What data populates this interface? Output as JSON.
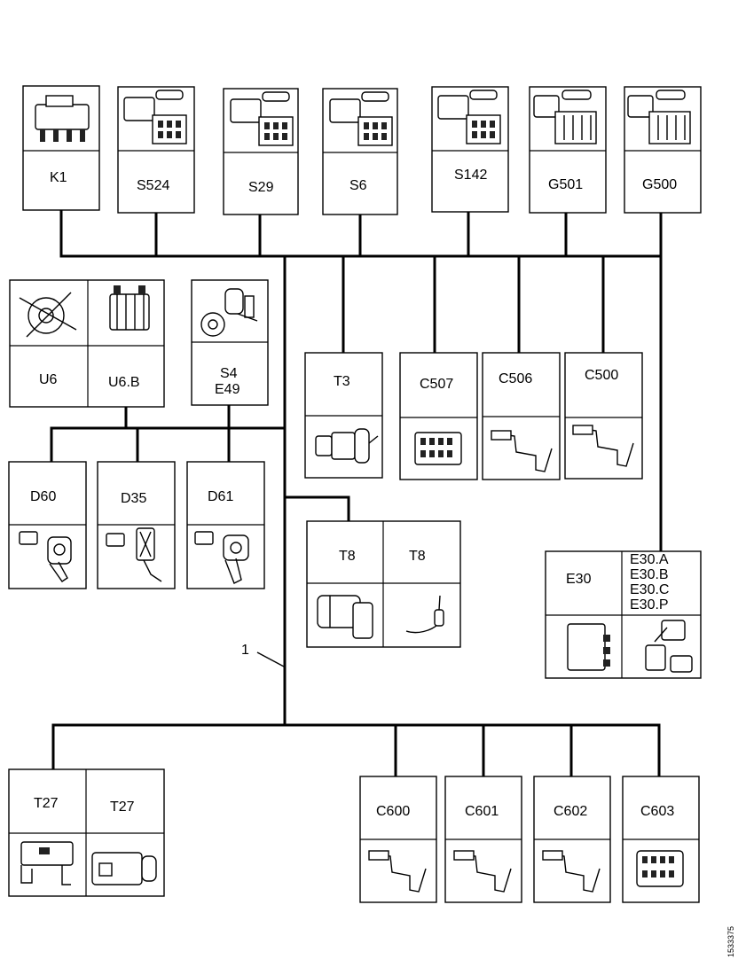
{
  "components": {
    "K1": "K1",
    "S524": "S524",
    "S29": "S29",
    "S6": "S6",
    "S142": "S142",
    "G501": "G501",
    "G500": "G500",
    "U6": "U6",
    "U6B": "U6.B",
    "S4": "S4",
    "E49": "E49",
    "T3": "T3",
    "C507": "C507",
    "C506": "C506",
    "C500": "C500",
    "D60": "D60",
    "D35": "D35",
    "D61": "D61",
    "T8a": "T8",
    "T8b": "T8",
    "E30": "E30",
    "E30A": "E30.A",
    "E30B": "E30.B",
    "E30C": "E30.C",
    "E30P": "E30.P",
    "T27a": "T27",
    "T27b": "T27",
    "C600": "C600",
    "C601": "C601",
    "C602": "C602",
    "C603": "C603"
  },
  "harness_callout": "1",
  "figure_ref": "1533375"
}
